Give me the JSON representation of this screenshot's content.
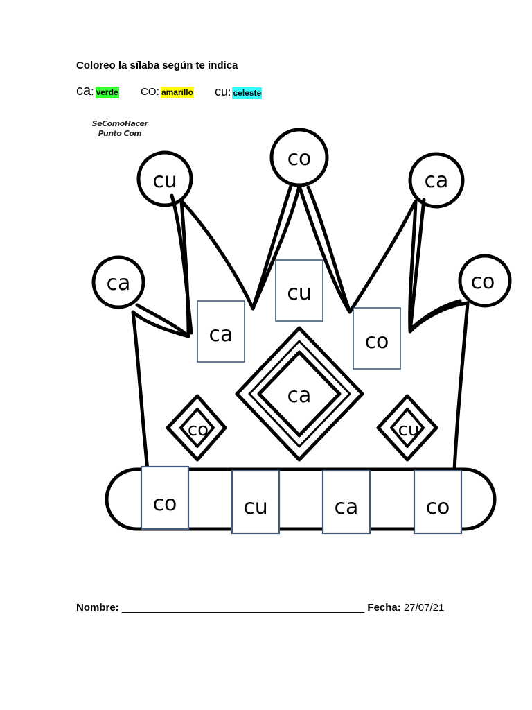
{
  "title": "Coloreo la sílaba según te indica",
  "legend": [
    {
      "syllable": "ca",
      "color_name": "verde",
      "color": "#33ff33"
    },
    {
      "syllable": "CO",
      "color_name": "amarillo",
      "color": "#ffff00"
    },
    {
      "syllable": "cu",
      "color_name": "celeste",
      "color": "#33ffff"
    }
  ],
  "watermark": [
    "SeComoHacer",
    "Punto Com"
  ],
  "crown_syllables": {
    "top_left_ball": "cu",
    "top_center_ball": "co",
    "top_right_ball": "ca",
    "left_ball": "ca",
    "right_ball": "co",
    "box_left": "ca",
    "box_center": "cu",
    "box_right": "co",
    "center_diamond": "ca",
    "small_diamond_left": "co",
    "small_diamond_right": "cu",
    "band_1": "co",
    "band_2": "cu",
    "band_3": "ca",
    "band_4": "co"
  },
  "footer": {
    "name_label": "Nombre:",
    "name_line": "__________________________________________",
    "date_label": "Fecha:",
    "date_value": "27/07/21"
  }
}
